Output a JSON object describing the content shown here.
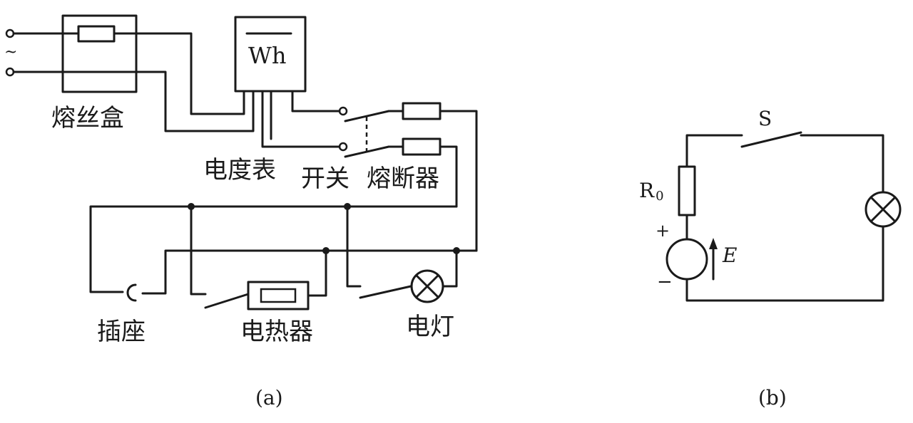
{
  "diagram_a": {
    "ac_symbol": "~",
    "fuse_box_label": "熔丝盒",
    "meter_symbol": "Wh",
    "meter_label": "电度表",
    "switch_label": "开关",
    "fuse_label": "熔断器",
    "socket_label": "插座",
    "heater_label": "电热器",
    "lamp_label": "电灯",
    "caption": "(a)"
  },
  "diagram_b": {
    "switch_label": "S",
    "resistor_label": "R",
    "resistor_subscript": "0",
    "plus_sign": "+",
    "minus_sign": "−",
    "emf_label": "E",
    "caption": "(b)"
  }
}
